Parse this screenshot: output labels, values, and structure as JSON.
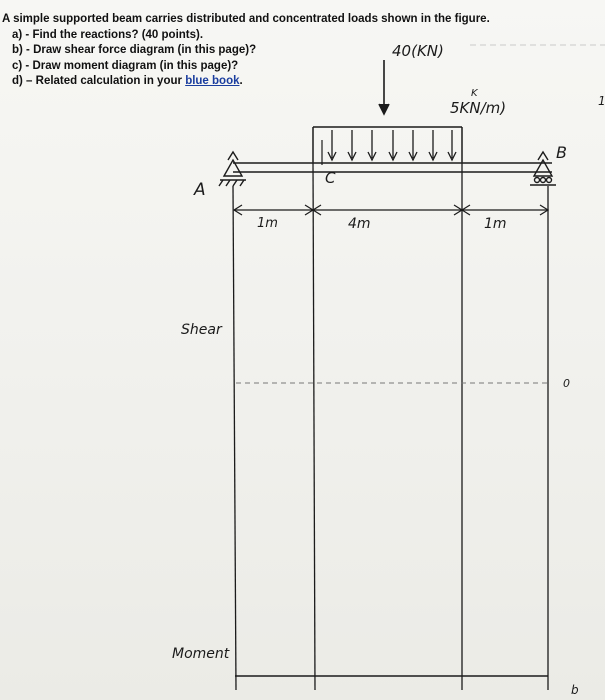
{
  "problem": {
    "title": "A simple supported beam carries distributed and concentrated loads shown in the figure.",
    "items": [
      "a) - Find the reactions? (40 points).",
      "b) - Draw shear force diagram (in this page)?",
      "c) - Draw moment diagram (in this page)?"
    ],
    "item_d_prefix": "d) – Related calculation in your ",
    "item_d_blue": "blue book",
    "item_d_suffix": "."
  },
  "figure": {
    "point_load": "40(KN)",
    "distributed_load_top": "K",
    "distributed_load": "5KN/m)",
    "label_a": "A",
    "label_b": "B",
    "label_c": "C",
    "span_1": "1m",
    "span_2": "4m",
    "span_3": "1m",
    "shear_label": "Shear",
    "moment_label": "Moment",
    "zero_mark": "0",
    "b_mark": "b",
    "margin_mark": "1"
  },
  "colors": {
    "ink": "#1b1b1b",
    "print_blue": "#1a3d9e",
    "paper": "#f3f3f0"
  }
}
